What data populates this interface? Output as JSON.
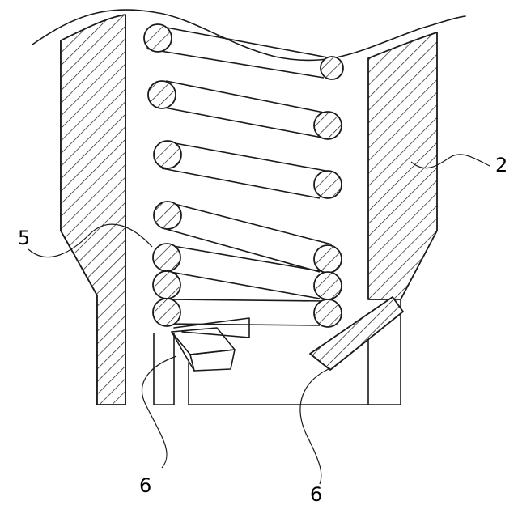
{
  "labels": {
    "housing": "2",
    "spring": "5",
    "stop_left": "6",
    "stop_right": "6"
  }
}
